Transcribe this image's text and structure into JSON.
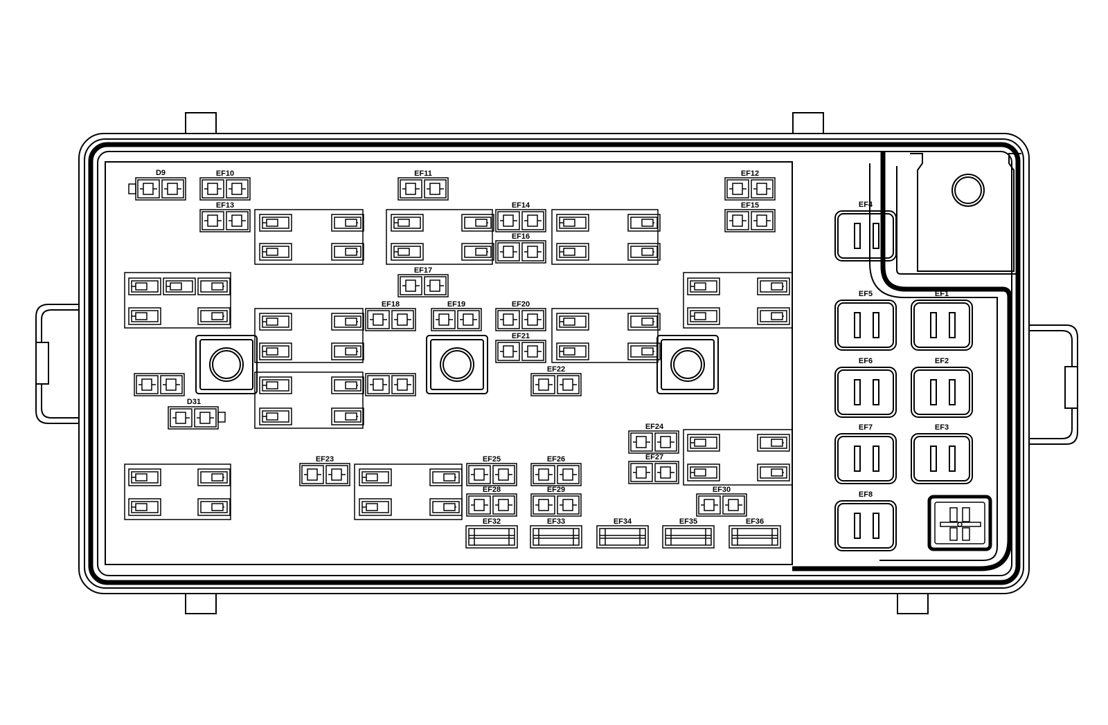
{
  "diagram": {
    "colors": {
      "line": "#000000",
      "background": "#ffffff"
    },
    "labels": {
      "d9": "D9",
      "d31": "D31",
      "ef1": "EF1",
      "ef2": "EF2",
      "ef3": "EF3",
      "ef4": "EF4",
      "ef5": "EF5",
      "ef6": "EF6",
      "ef7": "EF7",
      "ef8": "EF8",
      "ef10": "EF10",
      "ef11": "EF11",
      "ef12": "EF12",
      "ef13": "EF13",
      "ef14": "EF14",
      "ef15": "EF15",
      "ef16": "EF16",
      "ef17": "EF17",
      "ef18": "EF18",
      "ef19": "EF19",
      "ef20": "EF20",
      "ef21": "EF21",
      "ef22": "EF22",
      "ef23": "EF23",
      "ef24": "EF24",
      "ef25": "EF25",
      "ef26": "EF26",
      "ef27": "EF27",
      "ef28": "EF28",
      "ef29": "EF29",
      "ef30": "EF30",
      "ef32": "EF32",
      "ef33": "EF33",
      "ef34": "EF34",
      "ef35": "EF35",
      "ef36": "EF36"
    }
  }
}
